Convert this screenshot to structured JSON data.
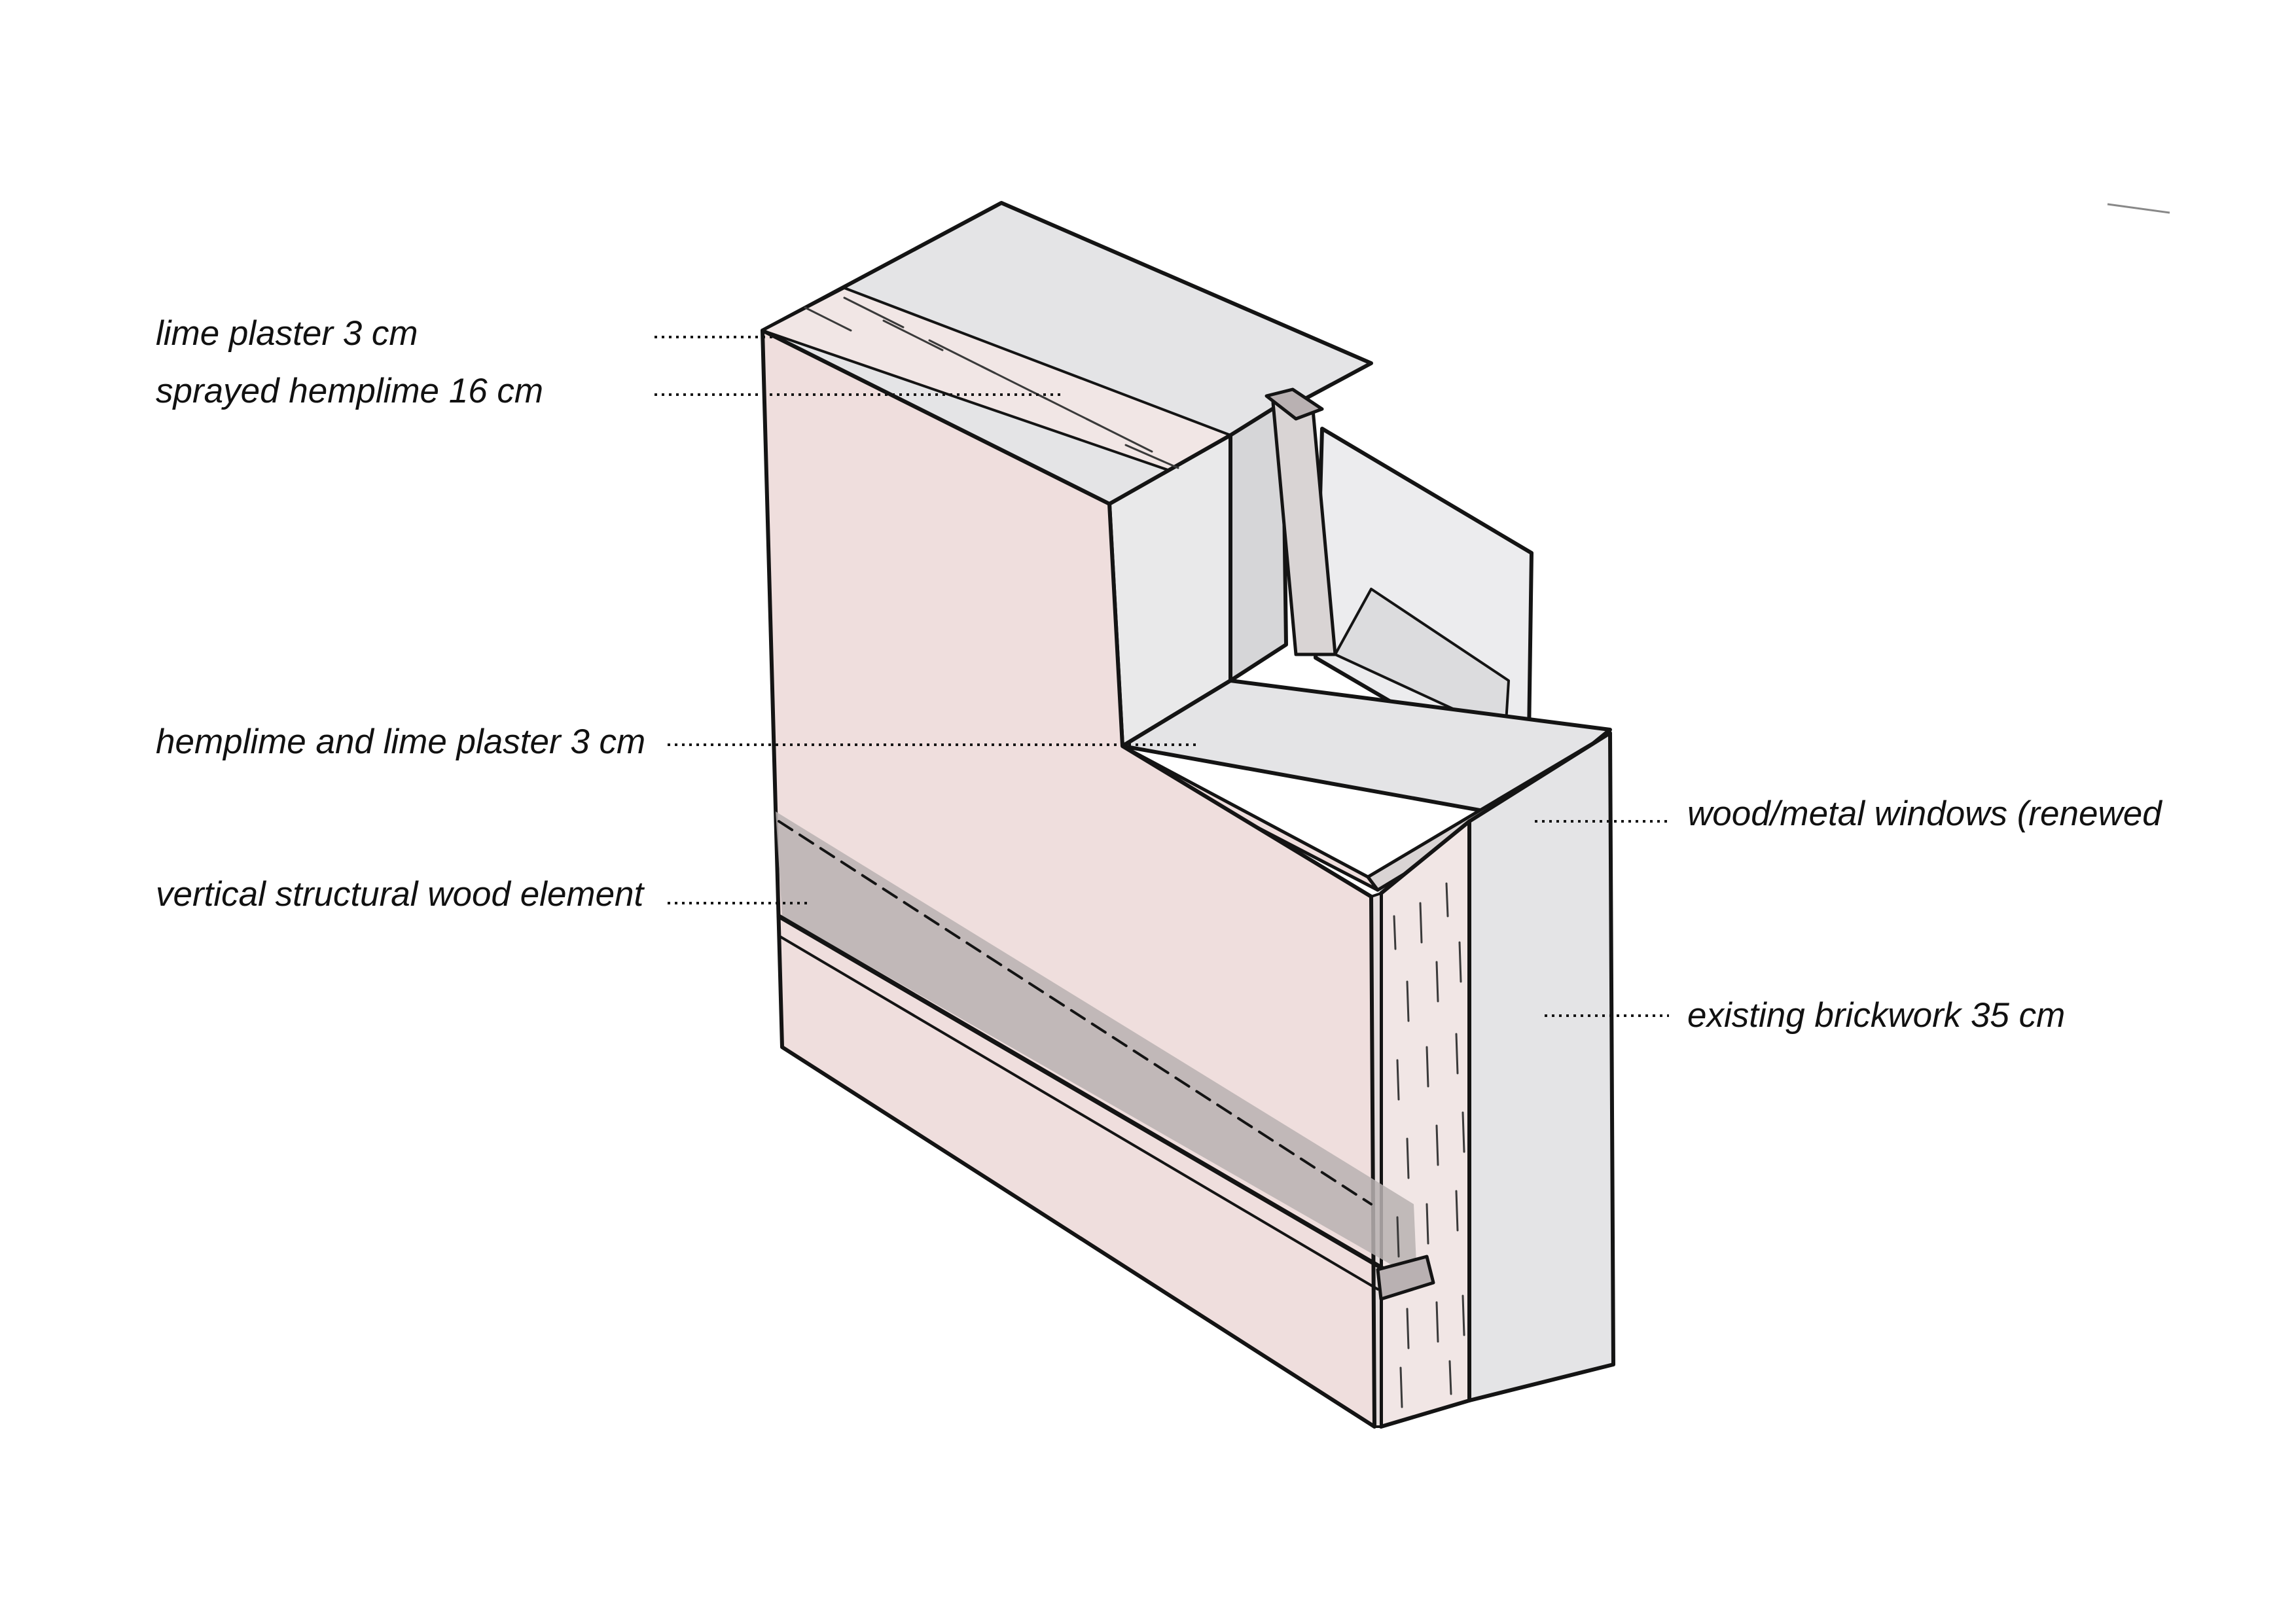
{
  "labels": {
    "lime_plaster": "lime plaster 3 cm",
    "sprayed_hemplime": "sprayed hemplime 16 cm",
    "hemplime_lime_plaster": "hemplime and lime plaster 3 cm",
    "vertical_wood": "vertical structural wood element",
    "windows": "wood/metal windows (renewed",
    "brickwork": "existing brickwork 35 cm"
  },
  "colors": {
    "plaster_pink": "#efdedd",
    "brick_grey": "#e4e4e6",
    "glass_grey": "#e9e9ea",
    "wood_element": "#b9b1b2",
    "hemp_texture": "#f1e6e5",
    "ink": "#141414"
  }
}
